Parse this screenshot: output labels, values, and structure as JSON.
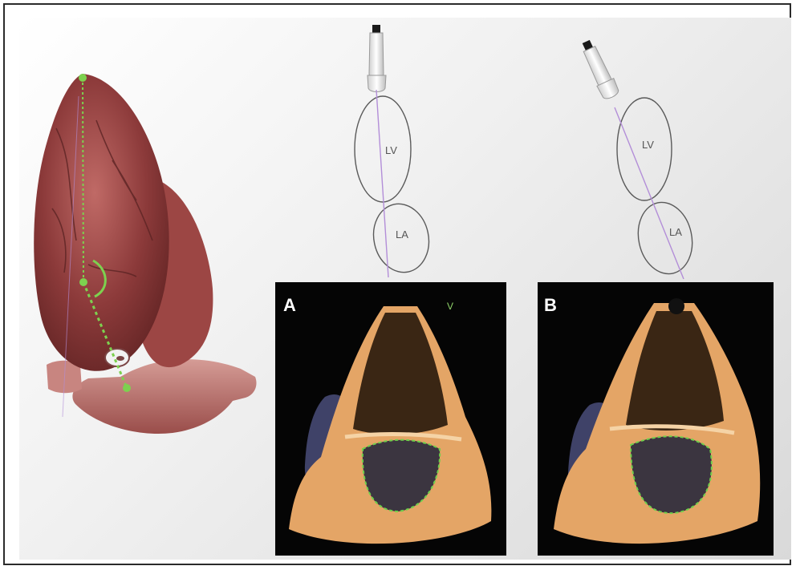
{
  "figure": {
    "panels": [
      {
        "id": "A",
        "label": "A",
        "chamber_labels": [
          "LV",
          "LA"
        ],
        "corner_marker": "V"
      },
      {
        "id": "B",
        "label": "B",
        "chamber_labels": [
          "LV",
          "LA"
        ]
      }
    ]
  },
  "colors": {
    "frame": "#2b2b2b",
    "heart": "#8c3a3a",
    "guide_line": "#7dd14f",
    "scan_line": "#b38ed8",
    "echo_tissue": "#e4a566",
    "echo_contour": "#6fd04a",
    "outline": "#5a5a5a"
  },
  "icons": [
    "heart-model",
    "ultrasound-probe",
    "ultrasound-probe"
  ]
}
